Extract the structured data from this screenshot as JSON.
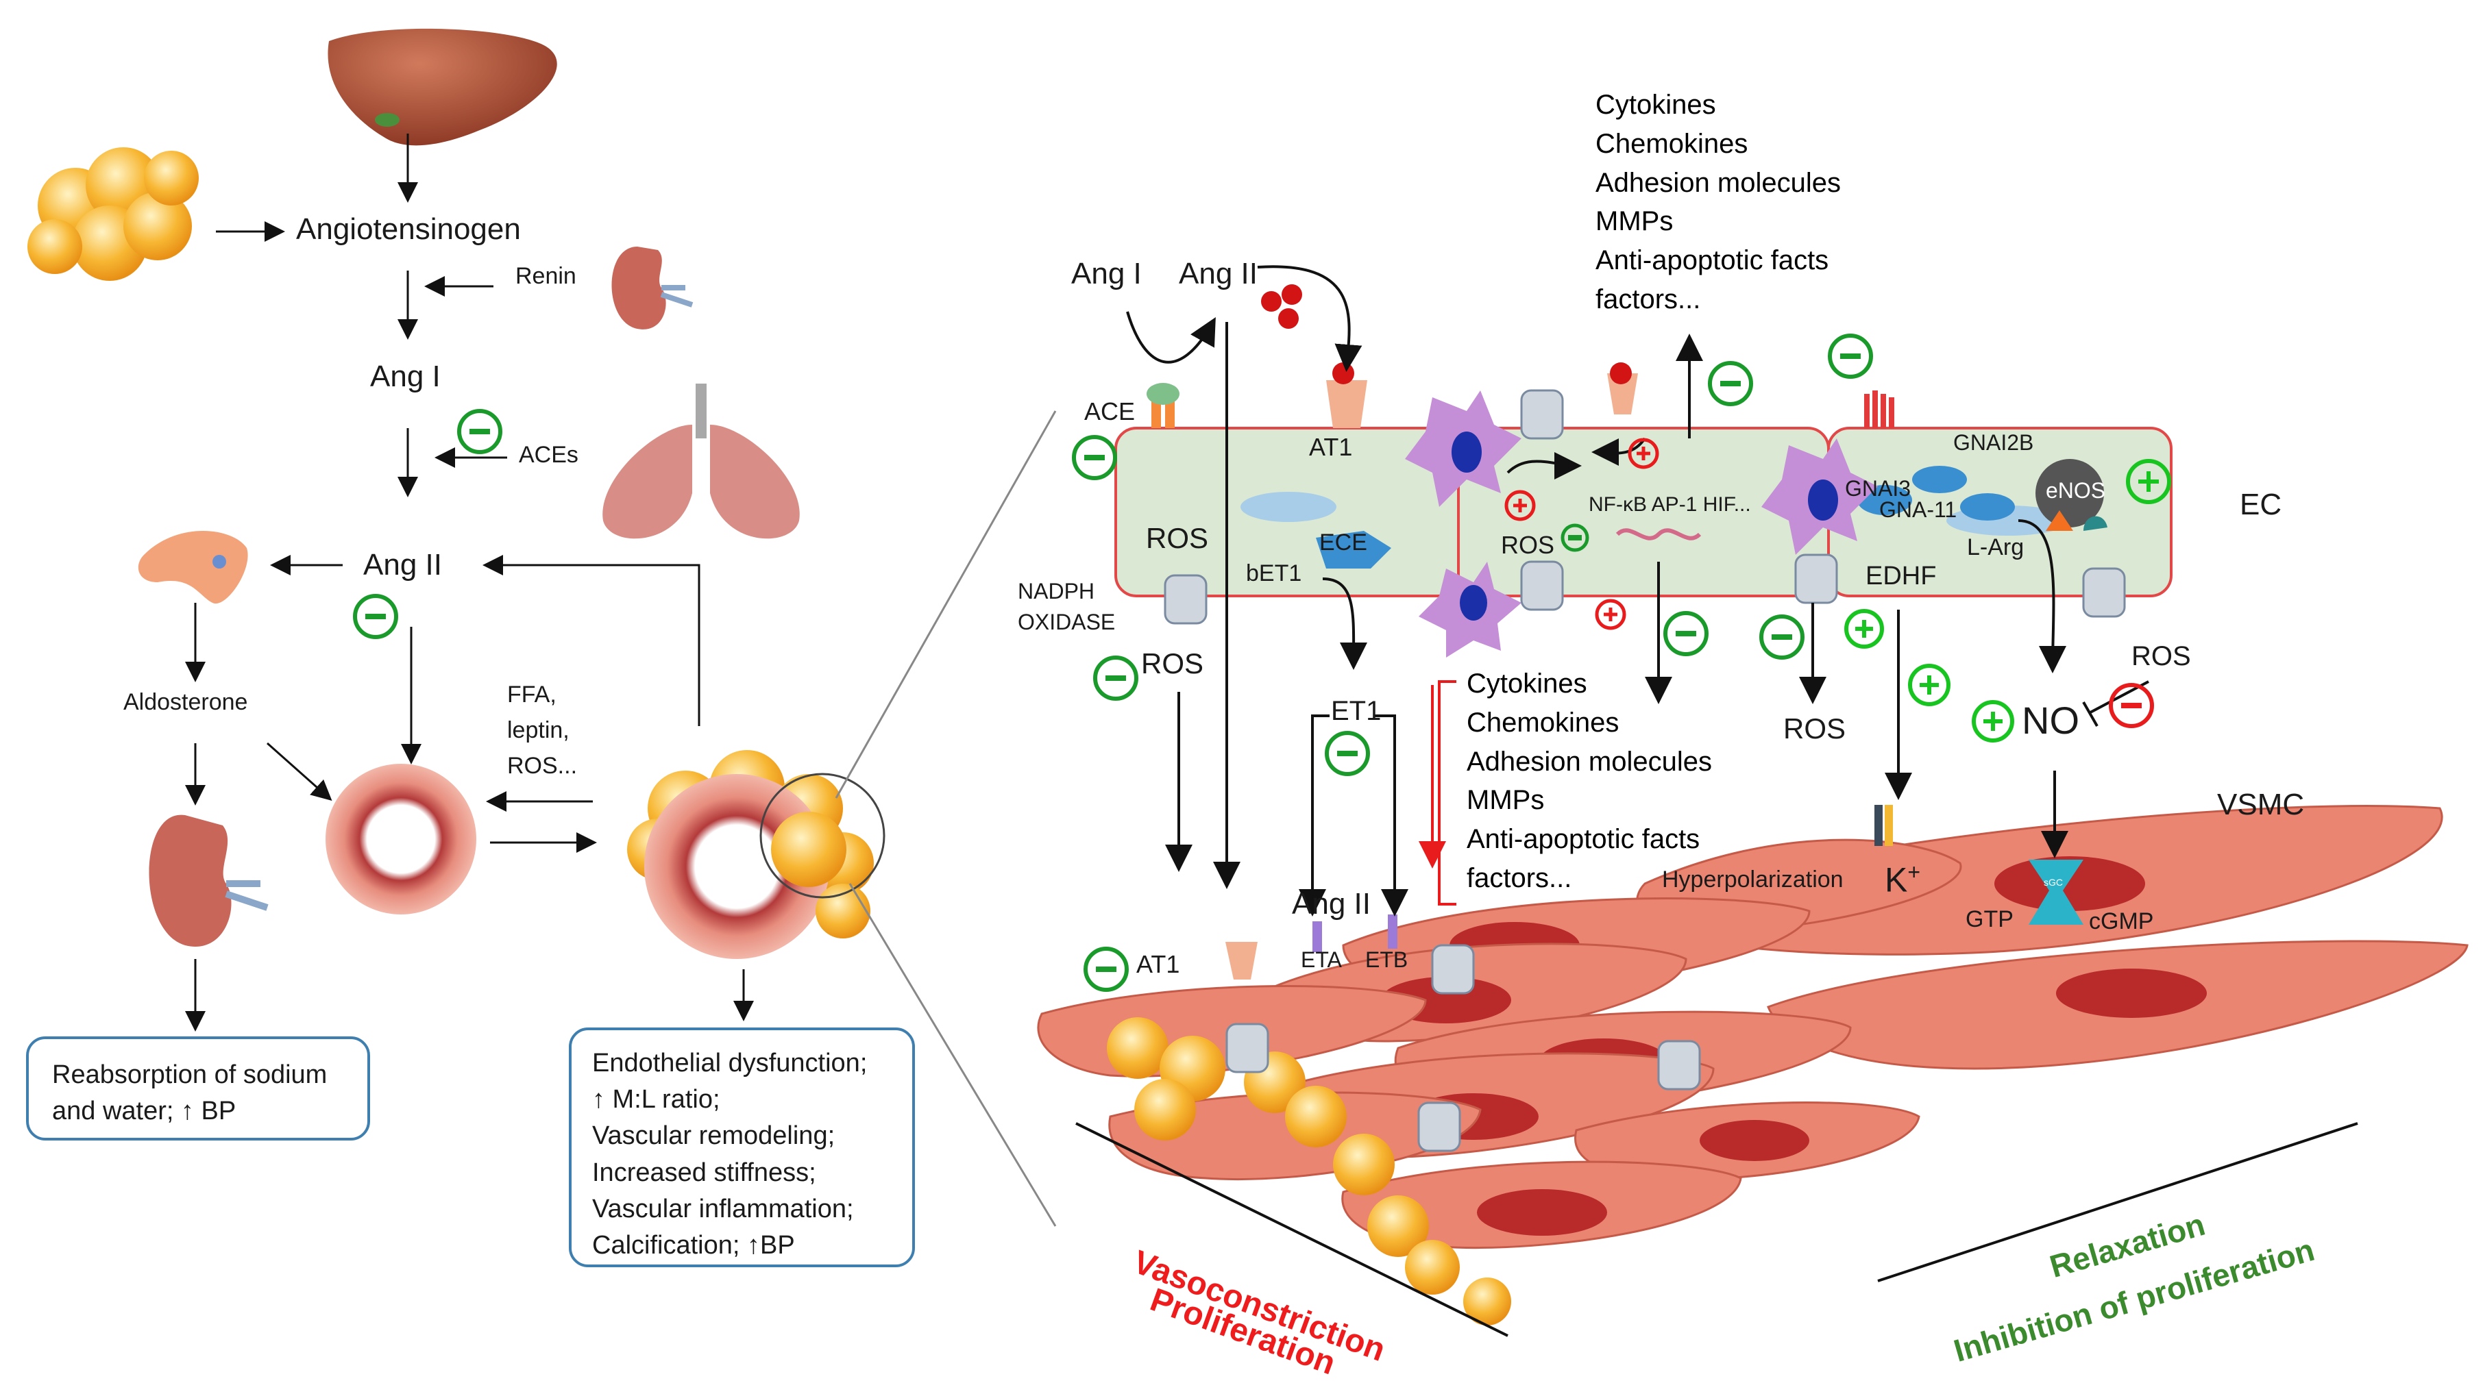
{
  "colors": {
    "endothelium_fill": "#dbe8d3",
    "endothelium_stroke": "#e34848",
    "vsmc_fill": "#ea8571",
    "vsmc_nucleus": "#b92a2a",
    "adipocyte": "#f7b733",
    "inhibit_green": "#1a9a2a",
    "stimulate_green": "#18c41f",
    "red_sign": "#e81c1c",
    "box_border": "#3f7fb0",
    "vasoconstriction_text": "#ee1c1c",
    "relaxation_text": "#3c8a2e"
  },
  "left_panel": {
    "angiotensinogen": "Angiotensinogen",
    "renin": "Renin",
    "ang1": "Ang I",
    "aces": "ACEs",
    "ang2": "Ang II",
    "aldosterone": "Aldosterone",
    "ffa": "FFA,",
    "leptin": "leptin,",
    "ros": "ROS...",
    "box_kidney": [
      "Reabsorption  of sodium",
      "and water; ↑ BP"
    ],
    "box_vessel": [
      "Endothelial dysfunction;",
      "↑ M:L ratio;",
      "Vascular remodeling;",
      "Increased stiffness;",
      "Vascular inflammation;",
      "Calcification; ↑BP"
    ]
  },
  "right_panel": {
    "top_list": [
      "Cytokines",
      "Chemokines",
      "Adhesion molecules",
      "MMPs",
      "Anti-apoptotic facts",
      "factors..."
    ],
    "mid_list": [
      "Cytokines",
      "Chemokines",
      "Adhesion molecules",
      "MMPs",
      "Anti-apoptotic facts",
      "factors..."
    ],
    "ang1": "Ang I",
    "ang2": "Ang II",
    "ace": "ACE",
    "at1": "AT1",
    "ros": "ROS",
    "ece": "ECE",
    "bet1": "bET1",
    "nadph": "NADPH",
    "oxidase": "OXIDASE",
    "ros2": "ROS",
    "et1": "ET1",
    "ang2b": "Ang II",
    "eta": "ETA",
    "etb": "ETB",
    "at1b": "AT1",
    "nfkb": "NF-κB AP-1 HIF...",
    "ros_mid": "ROS",
    "ros_bottom": "ROS",
    "gnai2b": "GNAI2B",
    "gnai3": "GNAI3",
    "gna11": "GNA-11",
    "enos": "eNOS",
    "larg": "L-Arg",
    "edhf": "EDHF",
    "ec": "EC",
    "ros_no": "ROS",
    "no": "NO",
    "vsmc": "VSMC",
    "hyperpolarization": "Hyperpolarization",
    "kplus": "K",
    "kplus_sup": "+",
    "gtp": "GTP",
    "cgmp": "cGMP",
    "sgc": "sGC",
    "vasoconstriction": "Vasoconstriction",
    "proliferation": "Proliferation",
    "relaxation": "Relaxation",
    "inhibition": "Inhibition of proliferation"
  }
}
